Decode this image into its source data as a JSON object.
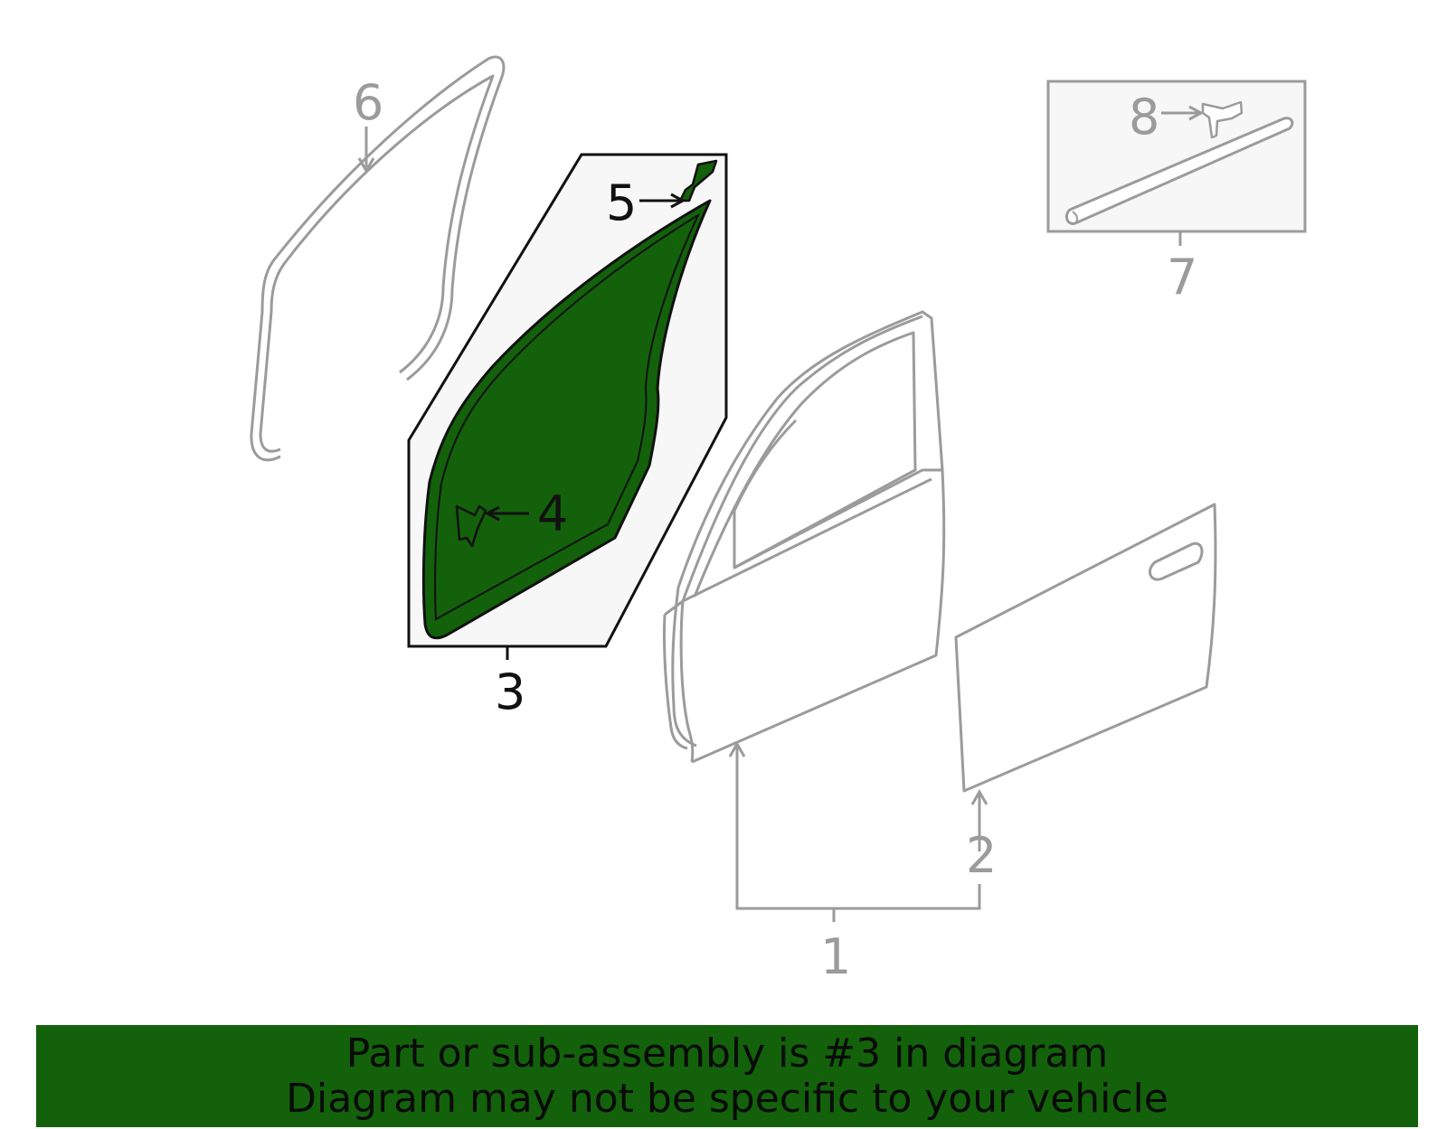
{
  "diagram": {
    "callouts": {
      "c1": "1",
      "c2": "2",
      "c3": "3",
      "c4": "4",
      "c5": "5",
      "c6": "6",
      "c7": "7",
      "c8": "8"
    },
    "highlighted_part": "3",
    "colors": {
      "highlight_fill": "#13610b",
      "highlight_panel": "#f7f7f7",
      "part_outline": "#9b9b9b",
      "highlight_outline": "#111111"
    }
  },
  "banner": {
    "line1": "Part or sub-assembly is #3 in diagram",
    "line2": "Diagram may not be specific to your vehicle",
    "color": "#13610b"
  }
}
